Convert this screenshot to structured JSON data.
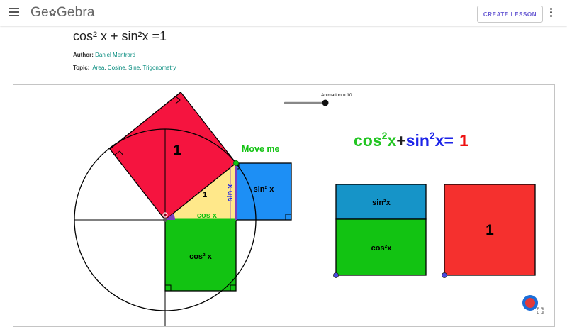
{
  "header": {
    "logo_text": "GeoGebra",
    "create_lesson_label": "CREATE LESSON"
  },
  "page": {
    "title": "cos² x + sin²x =1",
    "author_label": "Author:",
    "author_name": "Daniel Mentrard",
    "topic_label": "Topic:",
    "topics": [
      "Area",
      "Cosine",
      "Sine",
      "Trigonometry"
    ],
    "topic_separator": ","
  },
  "applet": {
    "slider_label": "Animation = 10",
    "move_me_label": "Move me",
    "square_one_label": "1",
    "hypotenuse_label": "1",
    "cos_label": "cos x",
    "sin_label": "sin x",
    "sin_sq_square_label": "sin² x",
    "cos_sq_square_label": "cos² x",
    "equation": {
      "cos_part": "cos",
      "cos_exp": "2",
      "cos_var": "x",
      "plus": "+",
      "sin_part": "sin",
      "sin_exp": "2",
      "sin_var": "x",
      "equals": "=",
      "one": "1"
    },
    "stack_sin_label": "sin²x",
    "stack_cos_label": "cos²x",
    "big_square_label": "1",
    "colors": {
      "red": "#f5143f",
      "green": "#12c312",
      "blue": "#1d8ff5",
      "yellow": "#ffe88a",
      "purple": "#7a3fc0",
      "stack_blue": "#1694c8",
      "big_red": "#f5302e",
      "eq_green": "#22c522",
      "eq_blue": "#1c23e8",
      "eq_red": "#ee1111"
    }
  }
}
